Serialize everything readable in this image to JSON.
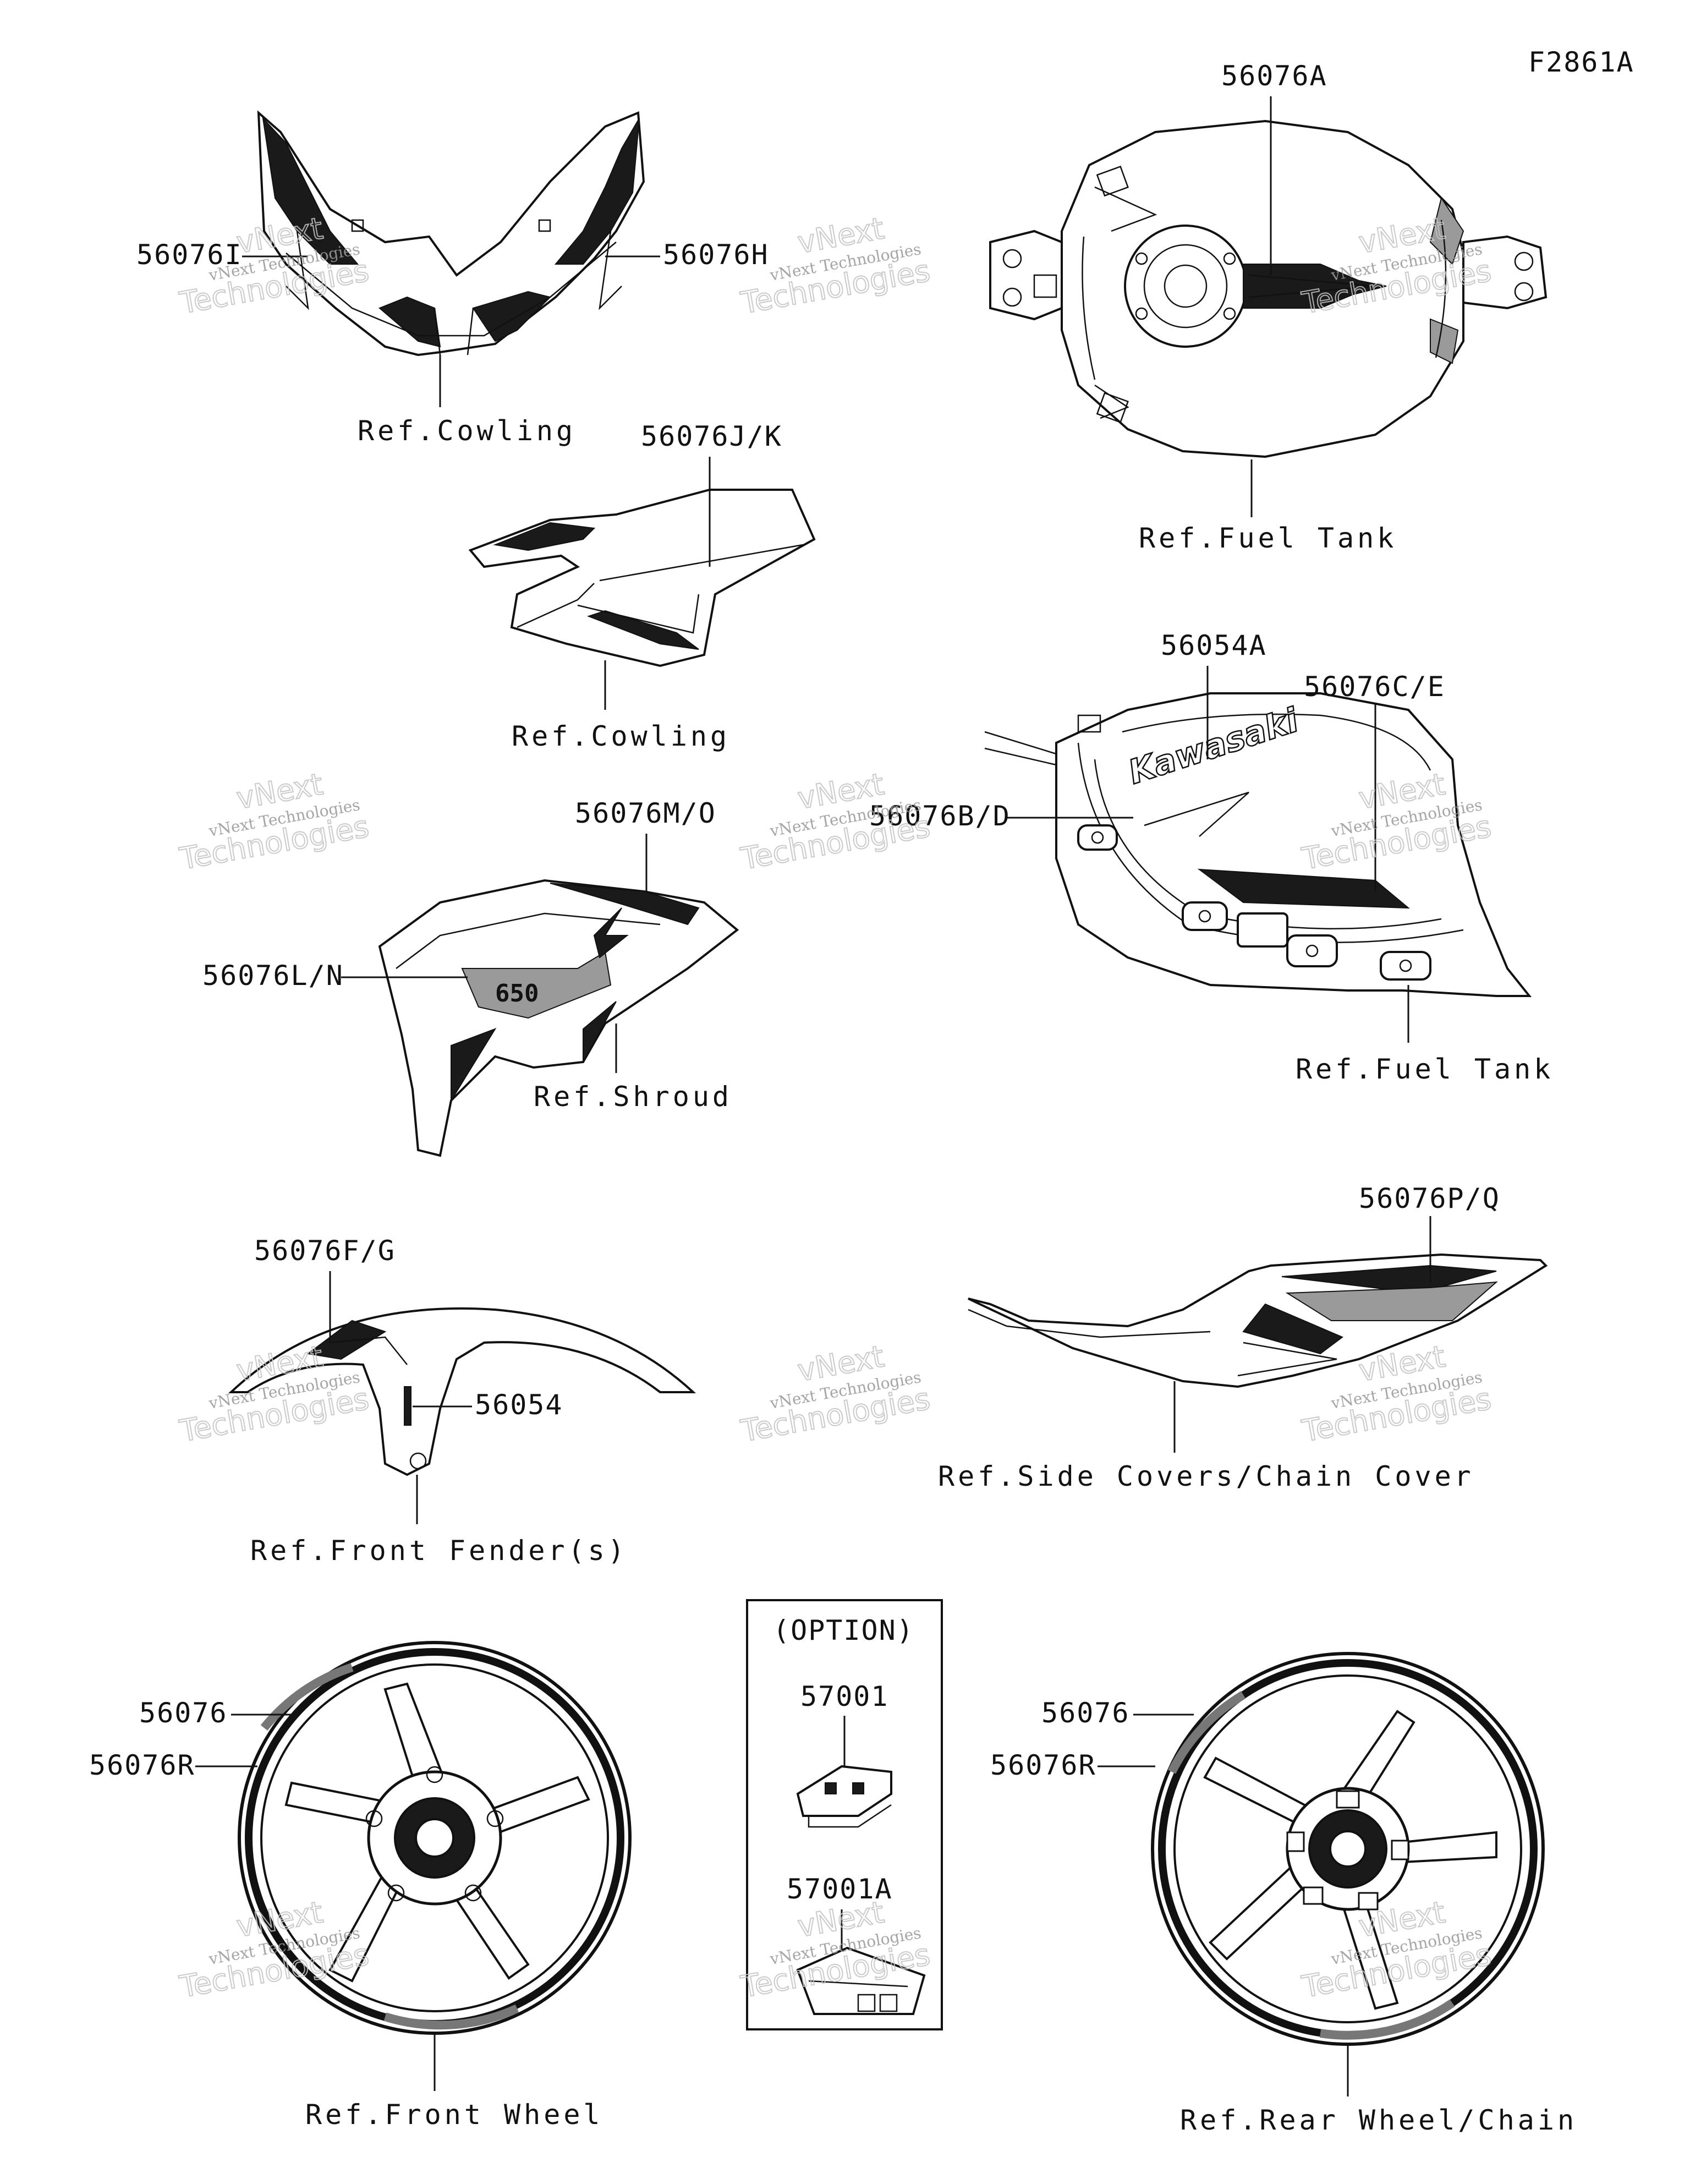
{
  "figure_id": "F2861A",
  "labels": {
    "l_56076A": "56076A",
    "l_56076I": "56076I",
    "l_56076H": "56076H",
    "l_56076JK": "56076J/K",
    "l_56054A": "56054A",
    "l_56076CE": "56076C/E",
    "l_56076BD": "56076B/D",
    "l_56076MO": "56076M/O",
    "l_56076LN": "56076L/N",
    "l_56076PQ": "56076P/Q",
    "l_56076FG": "56076F/G",
    "l_56054": "56054",
    "l_56076_front": "56076",
    "l_56076R_front": "56076R",
    "l_56076_rear": "56076",
    "l_56076R_rear": "56076R",
    "l_57001": "57001",
    "l_57001A": "57001A"
  },
  "refs": {
    "r_cowling_top": "Ref.Cowling",
    "r_cowling_mid": "Ref.Cowling",
    "r_fuel_tank_top": "Ref.Fuel Tank",
    "r_fuel_tank_mid": "Ref.Fuel Tank",
    "r_shroud": "Ref.Shroud",
    "r_side_covers": "Ref.Side Covers/Chain Cover",
    "r_front_fender": "Ref.Front Fender(s)",
    "r_front_wheel": "Ref.Front Wheel",
    "r_rear_wheel": "Ref.Rear Wheel/Chain"
  },
  "option_box": {
    "title": "(OPTION)"
  },
  "decal_text": {
    "tank_logo": "Kawasaki",
    "shroud_model": "650"
  },
  "watermark": {
    "line1": "vNext Technologies",
    "line2": "vNext",
    "line3": "Technologies"
  }
}
